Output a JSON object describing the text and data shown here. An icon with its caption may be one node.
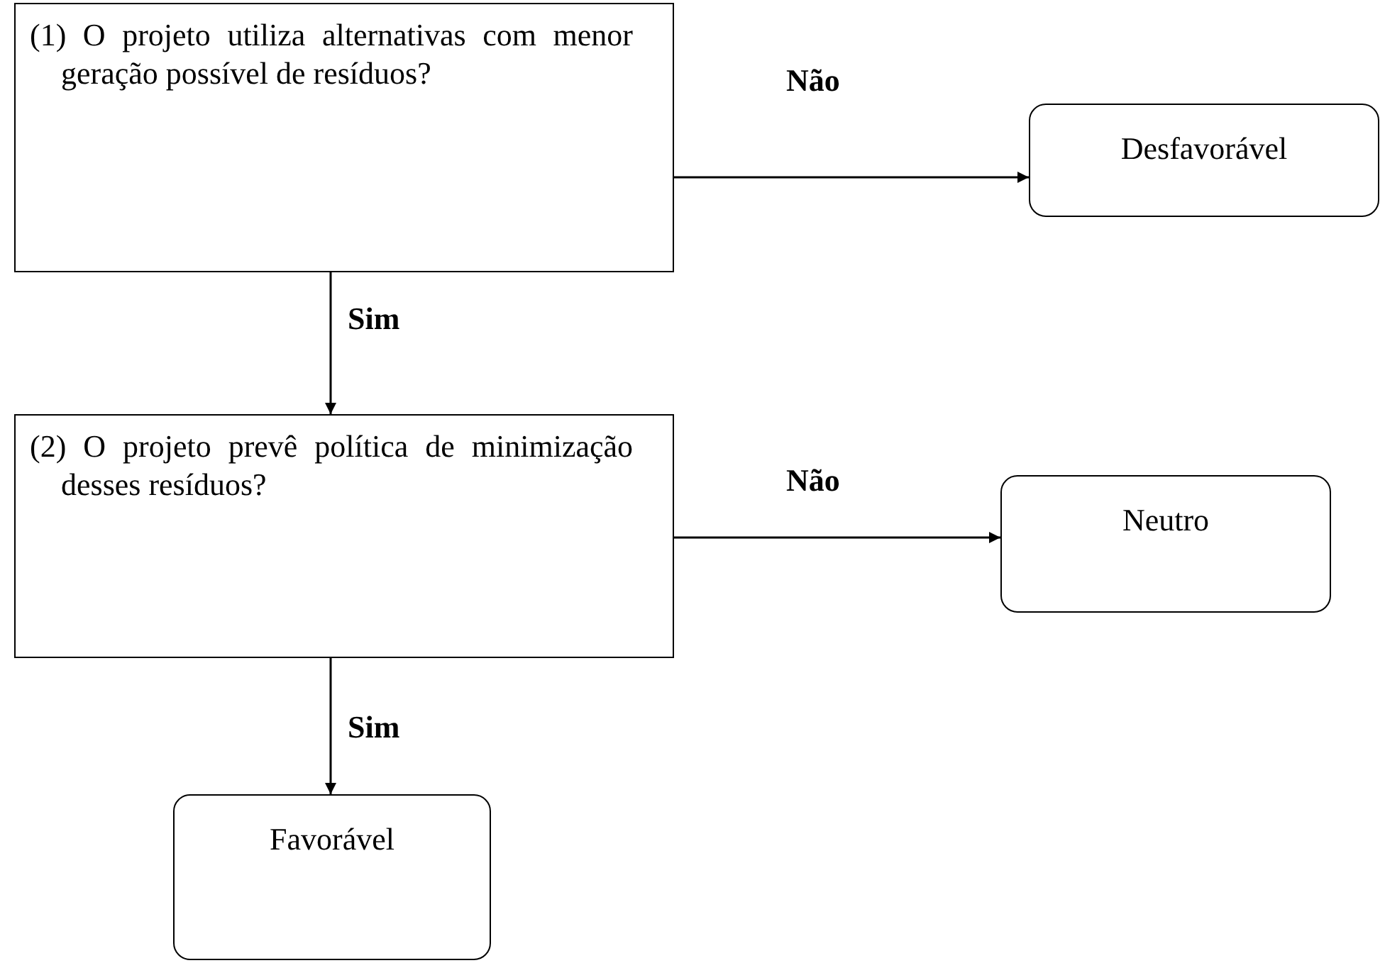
{
  "diagram": {
    "nodes": [
      {
        "text": [
          "(1) O projeto utiliza alternativas com menor geração possível de resíduos?"
        ]
      },
      {
        "text": [
          "Desfavorável"
        ]
      },
      {
        "text": [
          "(2) O projeto prevê política de minimização desses resíduos?"
        ]
      },
      {
        "text": [
          "Neutro"
        ]
      },
      {
        "text": [
          "Favorável"
        ]
      }
    ],
    "edges": [
      {
        "from": 0,
        "to": 1,
        "arrow": "to",
        "label": "Não"
      },
      {
        "from": 0,
        "to": 2,
        "arrow": "to",
        "label": "Sim"
      },
      {
        "from": 2,
        "to": 3,
        "arrow": "to",
        "label": "Não"
      },
      {
        "from": 2,
        "to": 4,
        "arrow": "to",
        "label": "Sim"
      }
    ]
  }
}
